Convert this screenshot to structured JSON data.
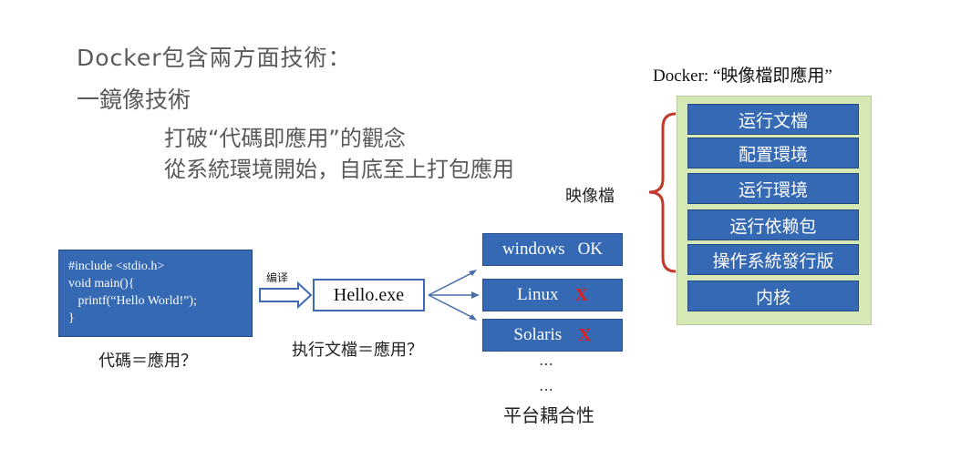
{
  "heading": {
    "line1": "Docker包含兩方面技術：",
    "line2": "一鏡像技術",
    "line3": "打破“代碼即應用”的觀念",
    "line4": "從系統環境開始，自底至上打包應用"
  },
  "code": {
    "lines": [
      "#include <stdio.h>",
      "void main(){",
      "   printf(“Hello World!”);",
      "}"
    ],
    "caption": "代碼＝應用？"
  },
  "compile_label": "编译",
  "exe": {
    "name": "Hello.exe",
    "caption": "执行文檔＝應用？"
  },
  "platforms": {
    "items": [
      {
        "name": "windows",
        "status": "OK"
      },
      {
        "name": "Linux",
        "status": "X"
      },
      {
        "name": "Solaris",
        "status": "X"
      }
    ],
    "dots": [
      "…",
      "…"
    ],
    "caption": "平台耦合性"
  },
  "docker": {
    "title": "Docker: “映像檔即應用”",
    "label": "映像檔",
    "layers": [
      "运行文檔",
      "配置環境",
      "运行環境",
      "运行依赖包",
      "操作系統發行版",
      "内核"
    ]
  },
  "colors": {
    "box_blue": "#3569b4",
    "stack_green": "#d6e9b5",
    "bracket_red": "#c0392b",
    "x_red": "#e02020"
  }
}
